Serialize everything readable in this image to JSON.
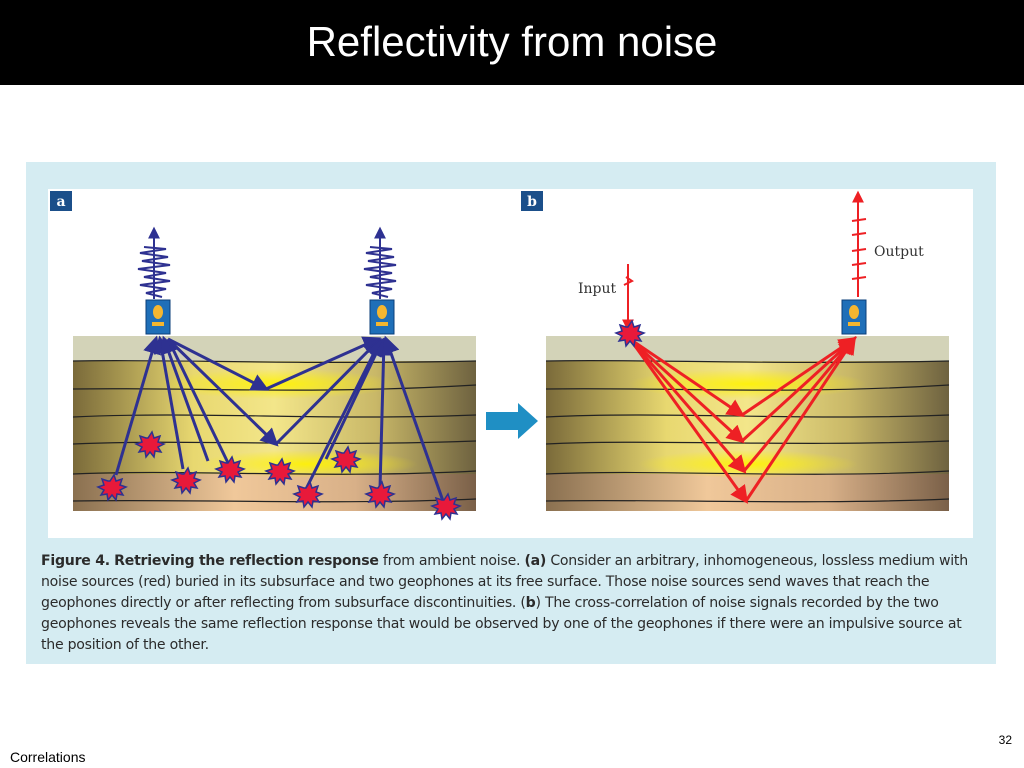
{
  "slide": {
    "title": "Reflectivity from noise",
    "page_number": "32",
    "footer": "Correlations"
  },
  "figure": {
    "panel_a_label": "a",
    "panel_b_label": "b",
    "input_label": "Input",
    "output_label": "Output",
    "caption": {
      "fig_label": "Figure 4.",
      "heading": "Retrieving the reflection response",
      "t1": " from ambient noise. ",
      "a_label": "(a)",
      "t2": " Consider an arbitrary, inhomogeneous, lossless medium with noise sources (red) buried in its subsurface and two geophones at its free surface. Those noise sources send waves that reach the geophones directly or after reflecting from subsurface discontinuities. ",
      "b_open": "(",
      "b_label": "b",
      "b_close": ")",
      "t3": " The cross-correlation of noise signals recorded by the two geophones reveals the same reflection response that would be observed by one of the geophones if there were an impulsive source at the position of the other."
    }
  },
  "colors": {
    "title_bar": "#000000",
    "panel_background": "#d5ecf2",
    "ray_blue": "#2e3191",
    "ray_red": "#ee2024",
    "noise_source": "#e8193a",
    "panel_label_bg": "#1b4f8a",
    "arrow_blue": "#1f8fc4"
  },
  "icons": [
    "geophone-icon",
    "noise-source-icon",
    "transition-arrow-icon"
  ]
}
